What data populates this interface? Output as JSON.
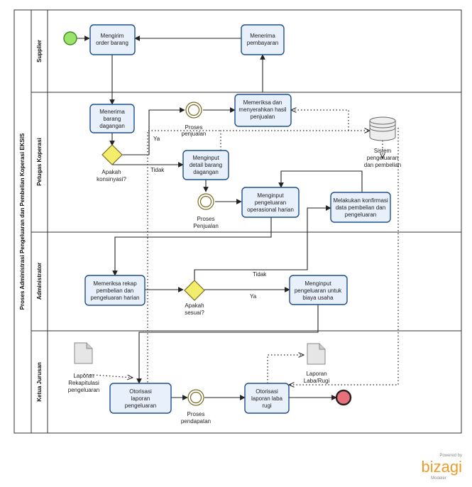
{
  "pool": {
    "title": "Proses Administrasi Pengeluaran dan Pembelian Koperasi EKSIS"
  },
  "lanes": {
    "supplier": "Supplier",
    "petugas": "Petugas Koperasi",
    "admin": "Administrator",
    "ketua": "Ketua Jurusan"
  },
  "tasks": {
    "mengirim_order": [
      "Mengirim",
      "order barang"
    ],
    "menerima_pembayaran": [
      "Menerima",
      "pembayaran"
    ],
    "menerima_barang": [
      "Menerima",
      "barang",
      "dagangan"
    ],
    "memeriksa_hasil": [
      "Memeriksa dan",
      "menyerahkan hasil",
      "penjualan"
    ],
    "input_detail": [
      "Menginput",
      "detail barang",
      "dagangan"
    ],
    "input_operasional": [
      "Menginput",
      "pengeluaran",
      "operasional harian"
    ],
    "konfirmasi": [
      "Melakukan konfirmasi",
      "data pembelian dan",
      "pengeluaran"
    ],
    "rekap": [
      "Memeriksa rekap",
      "pembelian dan",
      "pengeluaran harian"
    ],
    "input_biaya": [
      "Menginput",
      "pengeluaran untuk",
      "biaya usaha"
    ],
    "otorisasi_pengeluaran": [
      "Otorisasi",
      "laporan",
      "pengeluaran"
    ],
    "otorisasi_laba": [
      "Otorisasi",
      "laporan laba",
      "rugi"
    ]
  },
  "events": {
    "proses_penjualan_1": [
      "Proses",
      "penjualan"
    ],
    "proses_penjualan_2": [
      "Proses",
      "Penjualan"
    ],
    "proses_pendapatan": [
      "Proses",
      "pendapatan"
    ]
  },
  "gateways": {
    "konsinyasi": [
      "Apakah",
      "konsinyasi?"
    ],
    "sesuai": [
      "Apakah",
      "sesuai?"
    ]
  },
  "flow_labels": {
    "ya_1": "Ya",
    "tidak_1": "Tidak",
    "tidak_2": "Tidak",
    "ya_2": "Ya"
  },
  "datastore": [
    "Sistem",
    "pengeluaran",
    "dan pembelian"
  ],
  "documents": {
    "rekap_pengeluaran": [
      "Laporan",
      "Rekapitulasi",
      "pengeluaran"
    ],
    "laba_rugi": [
      "Laporan",
      "Laba/Rugi"
    ]
  },
  "brand": {
    "powered": "Powered by",
    "name": "bizagi",
    "sub": "Modeler"
  },
  "colors": {
    "task_fill": "#e8f0fb",
    "task_stroke": "#1f4e8c",
    "start": "#9be36b",
    "end": "#e8707a",
    "gateway": "#f2ee6b"
  }
}
